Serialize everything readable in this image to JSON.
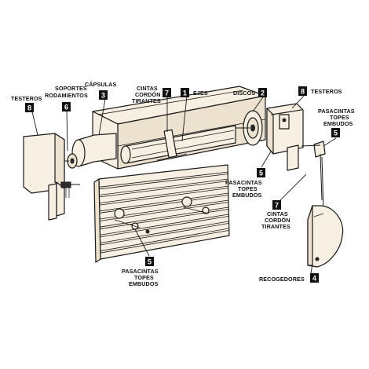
{
  "parts": {
    "testeros_left": {
      "number": "8",
      "label_lines": [
        "TESTEROS"
      ]
    },
    "soportes": {
      "number": "6",
      "label_lines": [
        "SOPORTES",
        "RODAMIENTOS"
      ]
    },
    "capsulas": {
      "number": "3",
      "label_lines": [
        "CÁPSULAS"
      ]
    },
    "cintas_top": {
      "number": "7",
      "label_lines": [
        "CINTAS",
        "CORDÓN",
        "TIRANTES"
      ]
    },
    "ejes": {
      "number": "1",
      "label_lines": [
        "EJES"
      ]
    },
    "discos": {
      "number": "2",
      "label_lines": [
        "DISCOS"
      ]
    },
    "testeros_right": {
      "number": "8",
      "label_lines": [
        "TESTEROS"
      ]
    },
    "pasacintas_right": {
      "number": "5",
      "label_lines": [
        "PASACINTAS",
        "TOPES",
        "EMBUDOS"
      ]
    },
    "pasacintas_mid": {
      "number": "5",
      "label_lines": [
        "PASACINTAS",
        "TOPES",
        "EMBUDOS"
      ]
    },
    "cintas_right": {
      "number": "7",
      "label_lines": [
        "CINTAS",
        "CORDÓN",
        "TIRANTES"
      ]
    },
    "pasacintas_bottom": {
      "number": "5",
      "label_lines": [
        "PASACINTAS",
        "TOPES",
        "EMBUDOS"
      ]
    },
    "recogedores": {
      "number": "4",
      "label_lines": [
        "RECOGEDORES"
      ]
    }
  },
  "colors": {
    "stroke": "#1a1a1a",
    "badge": "#111111",
    "part_fill": "#f6efe2",
    "part_shade": "#ece2cf"
  }
}
